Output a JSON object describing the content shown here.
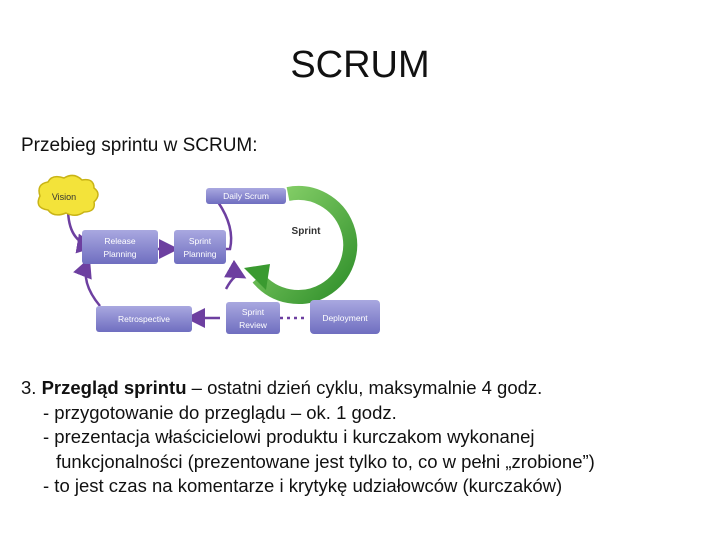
{
  "slide": {
    "title": "SCRUM",
    "subtitle": "Przebieg sprintu w SCRUM:"
  },
  "diagram": {
    "vision": "Vision",
    "daily_scrum": "Daily Scrum",
    "sprint": "Sprint",
    "release_planning": [
      "Release",
      "Planning"
    ],
    "sprint_planning": [
      "Sprint",
      "Planning"
    ],
    "retrospective": "Retrospective",
    "sprint_review": [
      "Sprint",
      "Review"
    ],
    "deployment": "Deployment",
    "colors": {
      "vision_fill": "#f3e33a",
      "box_fill": "#8d8ccf",
      "box_dark": "#5d5ca8",
      "cycle_green": "#4caf3a",
      "arrow_purple": "#6d3fa0"
    }
  },
  "content": {
    "point_number": "3.",
    "point_heading": "Przegląd sprintu",
    "point_rest": " – ostatni dzień cyklu, maksymalnie 4 godz.",
    "line2": "- przygotowanie do przeglądu – ok. 1 godz.",
    "line3": "- prezentacja właścicielowi produktu i kurczakom wykonanej",
    "line4": "funkcjonalności (prezentowane jest tylko to, co w pełni „zrobione”)",
    "line5": "- to jest czas na komentarze i krytykę udziałowców (kurczaków)"
  }
}
